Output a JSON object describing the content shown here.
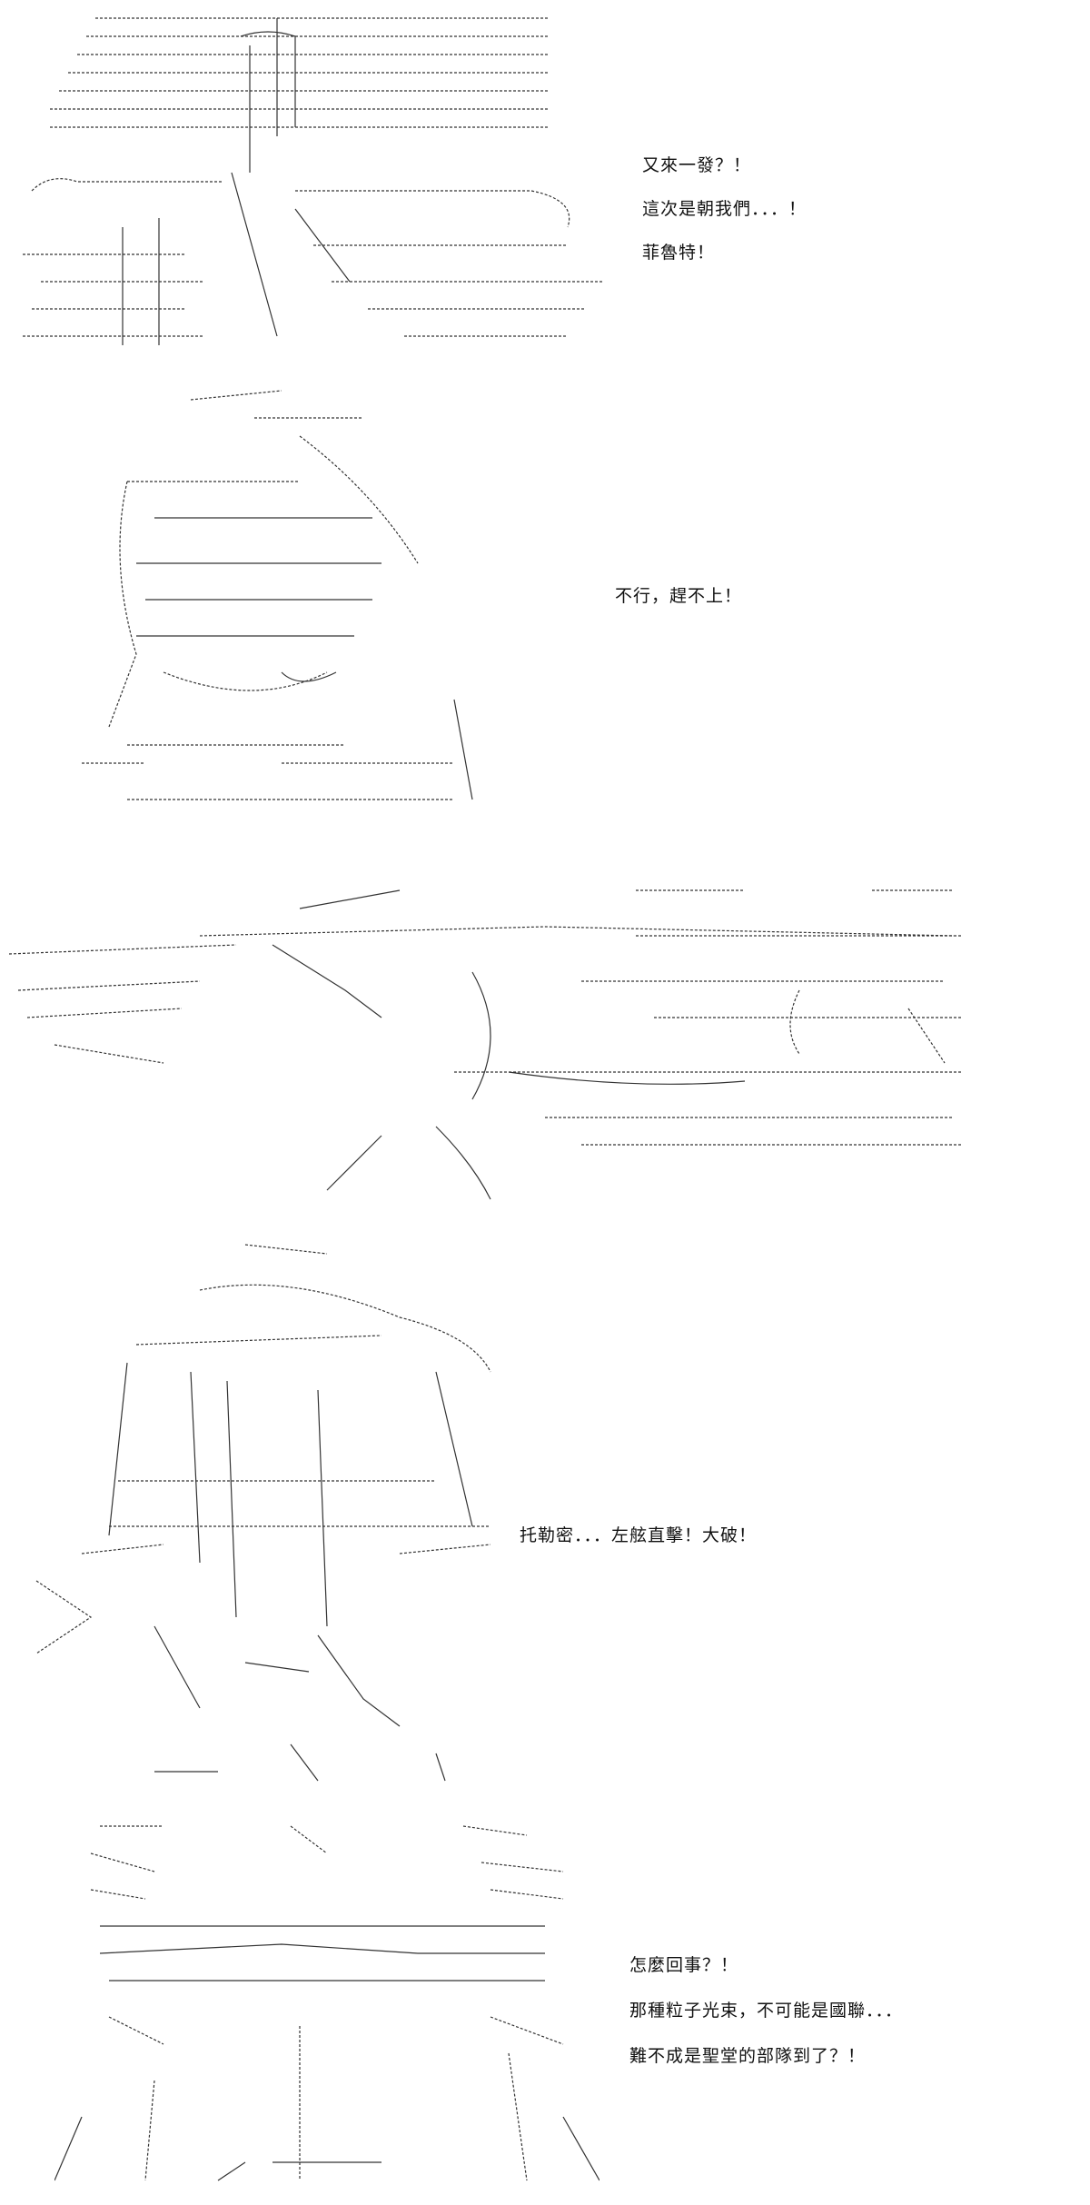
{
  "panels": [
    {
      "dialogue": [
        "又來一發？！",
        "這次是朝我們．．．！",
        "菲魯特！"
      ]
    },
    {
      "dialogue": [
        "不行，趕不上！"
      ]
    },
    {
      "dialogue": []
    },
    {
      "dialogue": [
        "托勒密．．．左舷直擊！大破！"
      ]
    },
    {
      "dialogue": [
        "怎麼回事？！",
        "那種粒子光束，不可能是國聯．．．",
        "難不成是聖堂的部隊到了？！"
      ]
    }
  ]
}
